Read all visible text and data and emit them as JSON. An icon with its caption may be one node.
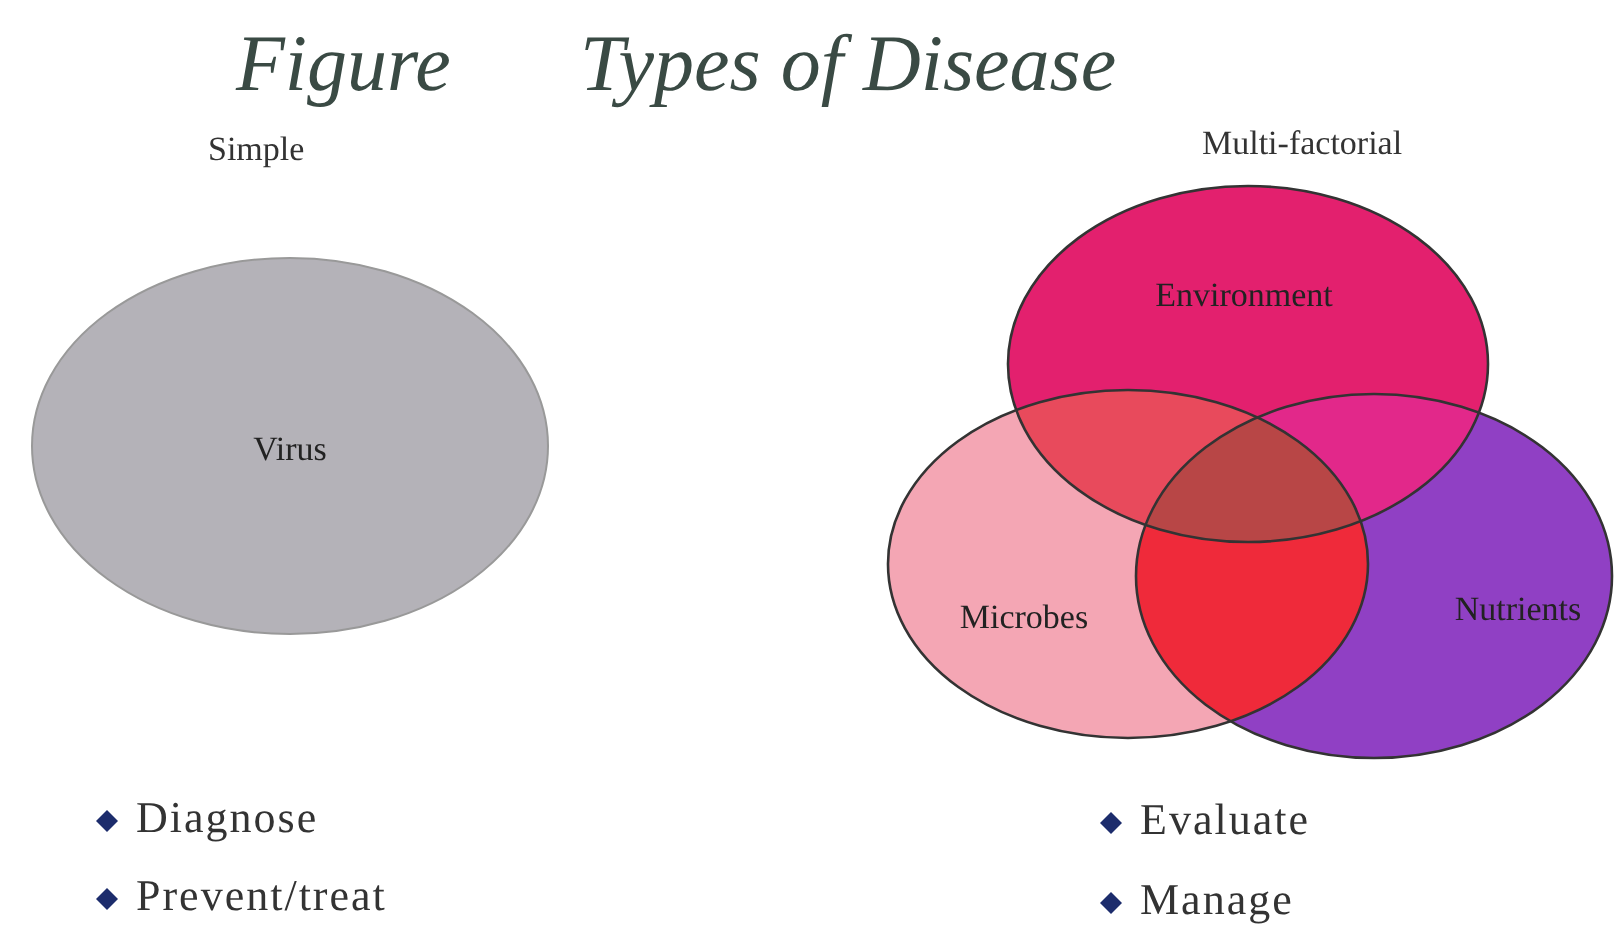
{
  "diagram": {
    "title": "Types of Disease",
    "nodes": [
      {
        "text": [
          "Virus"
        ]
      },
      {
        "text": [
          "Environment"
        ]
      },
      {
        "text": [
          "Microbes"
        ]
      },
      {
        "text": [
          "Nutrients"
        ]
      }
    ],
    "labels": [
      "Figure",
      "Simple",
      "Multi-factorial",
      "Diagnose",
      "Prevent/treat",
      "Evaluate",
      "Manage"
    ]
  }
}
